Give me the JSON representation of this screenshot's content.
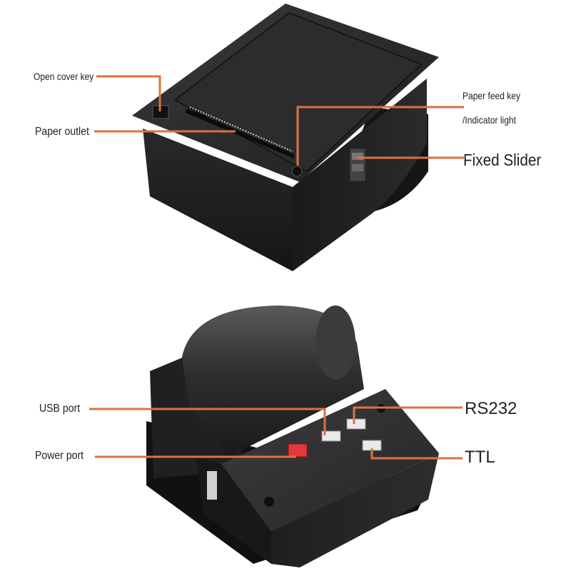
{
  "image": {
    "description_free": true,
    "accent_color": "#e0703e",
    "product_color": "#1c1c1e"
  },
  "callouts": {
    "open_cover_key": "Open cover key",
    "paper_outlet": "Paper outlet",
    "paper_feed_key": "Paper feed key",
    "indicator_light": "/Indicator light",
    "fixed_slider": "Fixed Slider",
    "usb_port": "USB port",
    "power_port": "Power port",
    "rs232": "RS232",
    "ttl": "TTL"
  }
}
